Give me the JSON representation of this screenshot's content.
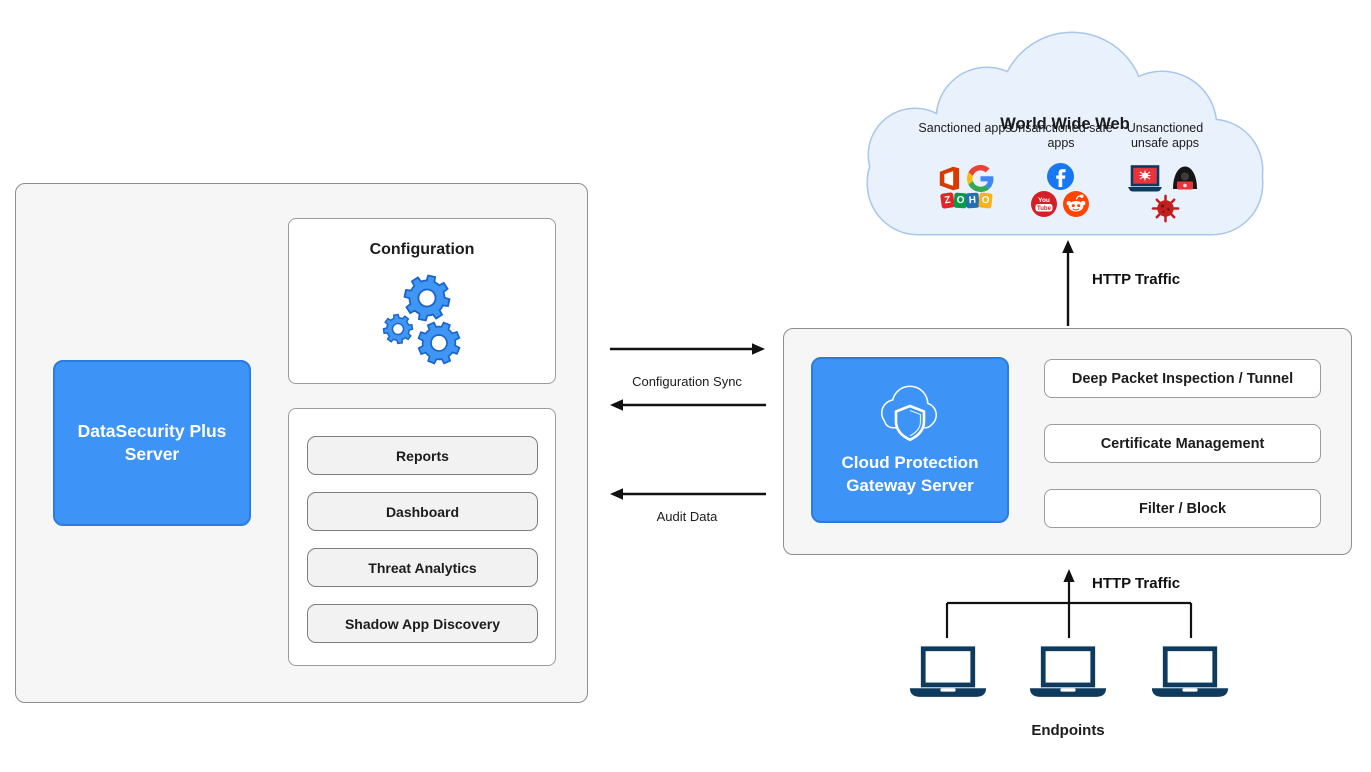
{
  "colors": {
    "accent_blue": "#3D94F6",
    "accent_blue_border": "#2B7CDF",
    "panel_gray": "#F6F6F6",
    "panel_border": "#8E8E8E",
    "cloud_fill": "#E9F1FC",
    "cloud_border": "#A9C6EC",
    "laptop_navy": "#0E3A5E",
    "arrow_black": "#111111"
  },
  "left_panel": {
    "server_label": "DataSecurity Plus Server",
    "configuration_title": "Configuration",
    "configuration_icon": "gears-icon",
    "features": [
      "Reports",
      "Dashboard",
      "Threat Analytics",
      "Shadow App Discovery"
    ]
  },
  "sync": {
    "config_sync_label": "Configuration Sync",
    "audit_data_label": "Audit Data"
  },
  "gateway_panel": {
    "server_label": "Cloud Protection Gateway Server",
    "server_icon": "cloud-shield-icon",
    "features": [
      "Deep Packet Inspection / Tunnel",
      "Certificate Management",
      "Filter / Block"
    ]
  },
  "cloud": {
    "title": "World Wide Web",
    "categories": [
      {
        "label": "Sanctioned apps",
        "icons": [
          "office-icon",
          "google-icon",
          "zoho-icon"
        ]
      },
      {
        "label": "Unsanctioned safe apps",
        "icons": [
          "facebook-icon",
          "youtube-icon",
          "reddit-icon"
        ]
      },
      {
        "label": "Unsanctioned unsafe apps",
        "icons": [
          "malware-laptop-icon",
          "hacker-icon",
          "virus-icon"
        ]
      }
    ],
    "zoho_letters": [
      "Z",
      "O",
      "H",
      "O"
    ],
    "youtube_text": [
      "You",
      "Tube"
    ]
  },
  "traffic": {
    "gateway_to_web_label": "HTTP Traffic",
    "endpoints_to_gateway_label": "HTTP Traffic"
  },
  "endpoints": {
    "label": "Endpoints",
    "device_icon": "laptop-icon",
    "count": 3
  }
}
